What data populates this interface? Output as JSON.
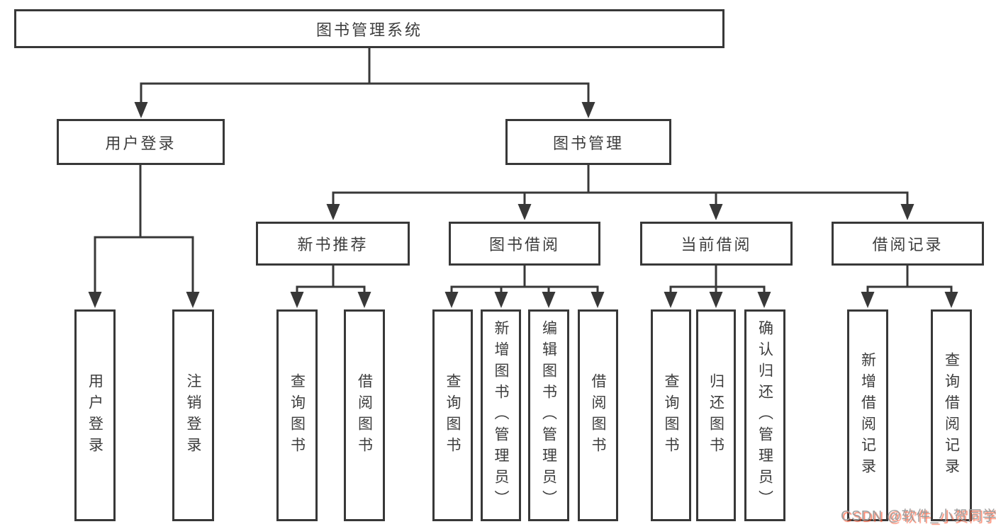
{
  "diagram": {
    "title": "图书管理系统",
    "branches": [
      {
        "label": "用户登录",
        "leaves": [
          "用户登录",
          "注销登录"
        ]
      },
      {
        "label": "图书管理",
        "children": [
          {
            "label": "新书推荐",
            "leaves": [
              "查询图书",
              "借阅图书"
            ]
          },
          {
            "label": "图书借阅",
            "leaves": [
              "查询图书",
              "新增图书（管理员）",
              "编辑图书（管理员）",
              "借阅图书"
            ]
          },
          {
            "label": "当前借阅",
            "leaves": [
              "查询图书",
              "归还图书",
              "确认归还（管理员）"
            ]
          },
          {
            "label": "借阅记录",
            "leaves": [
              "新增借阅记录",
              "查询借阅记录"
            ]
          }
        ]
      }
    ]
  },
  "watermark": "CSDN @软件_小贺同学",
  "colors": {
    "background": "#ffffff",
    "line": "#383838",
    "box_border": "#383838",
    "box_fill": "#ffffff",
    "text": "#3d3d3d",
    "watermark_gray": "#9e9e9e",
    "watermark_red": "#fc5531"
  }
}
